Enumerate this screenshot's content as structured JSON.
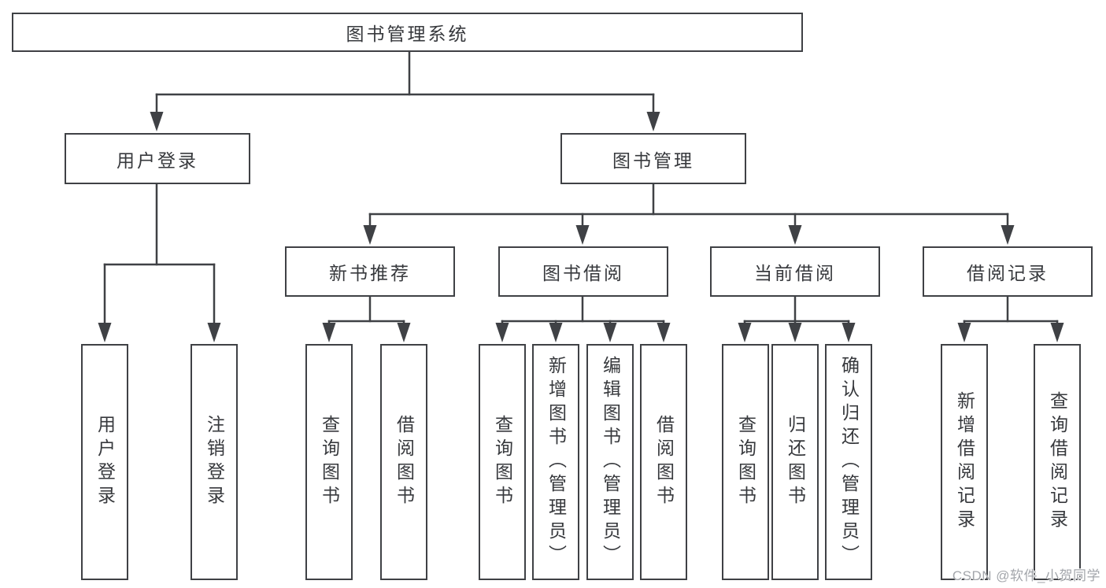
{
  "tree": {
    "root": {
      "label": "图书管理系统"
    },
    "user_login": {
      "label": "用户登录",
      "children": [
        {
          "label": "用户登录"
        },
        {
          "label": "注销登录"
        }
      ]
    },
    "book_mgmt": {
      "label": "图书管理",
      "children": [
        {
          "label": "新书推荐",
          "children": [
            {
              "label": "查询图书"
            },
            {
              "label": "借阅图书"
            }
          ]
        },
        {
          "label": "图书借阅",
          "children": [
            {
              "label": "查询图书"
            },
            {
              "label": "新增图书（管理员）"
            },
            {
              "label": "编辑图书（管理员）"
            },
            {
              "label": "借阅图书"
            }
          ]
        },
        {
          "label": "当前借阅",
          "children": [
            {
              "label": "查询图书"
            },
            {
              "label": "归还图书"
            },
            {
              "label": "确认归还（管理员）"
            }
          ]
        },
        {
          "label": "借阅记录",
          "children": [
            {
              "label": "新增借阅记录"
            },
            {
              "label": "查询借阅记录"
            }
          ]
        }
      ]
    }
  },
  "watermark": {
    "text": "CSDN @软件_小贺同学"
  },
  "colors": {
    "line": "#3f4145",
    "text": "#37393d",
    "watermark": "#a3a6ab"
  }
}
